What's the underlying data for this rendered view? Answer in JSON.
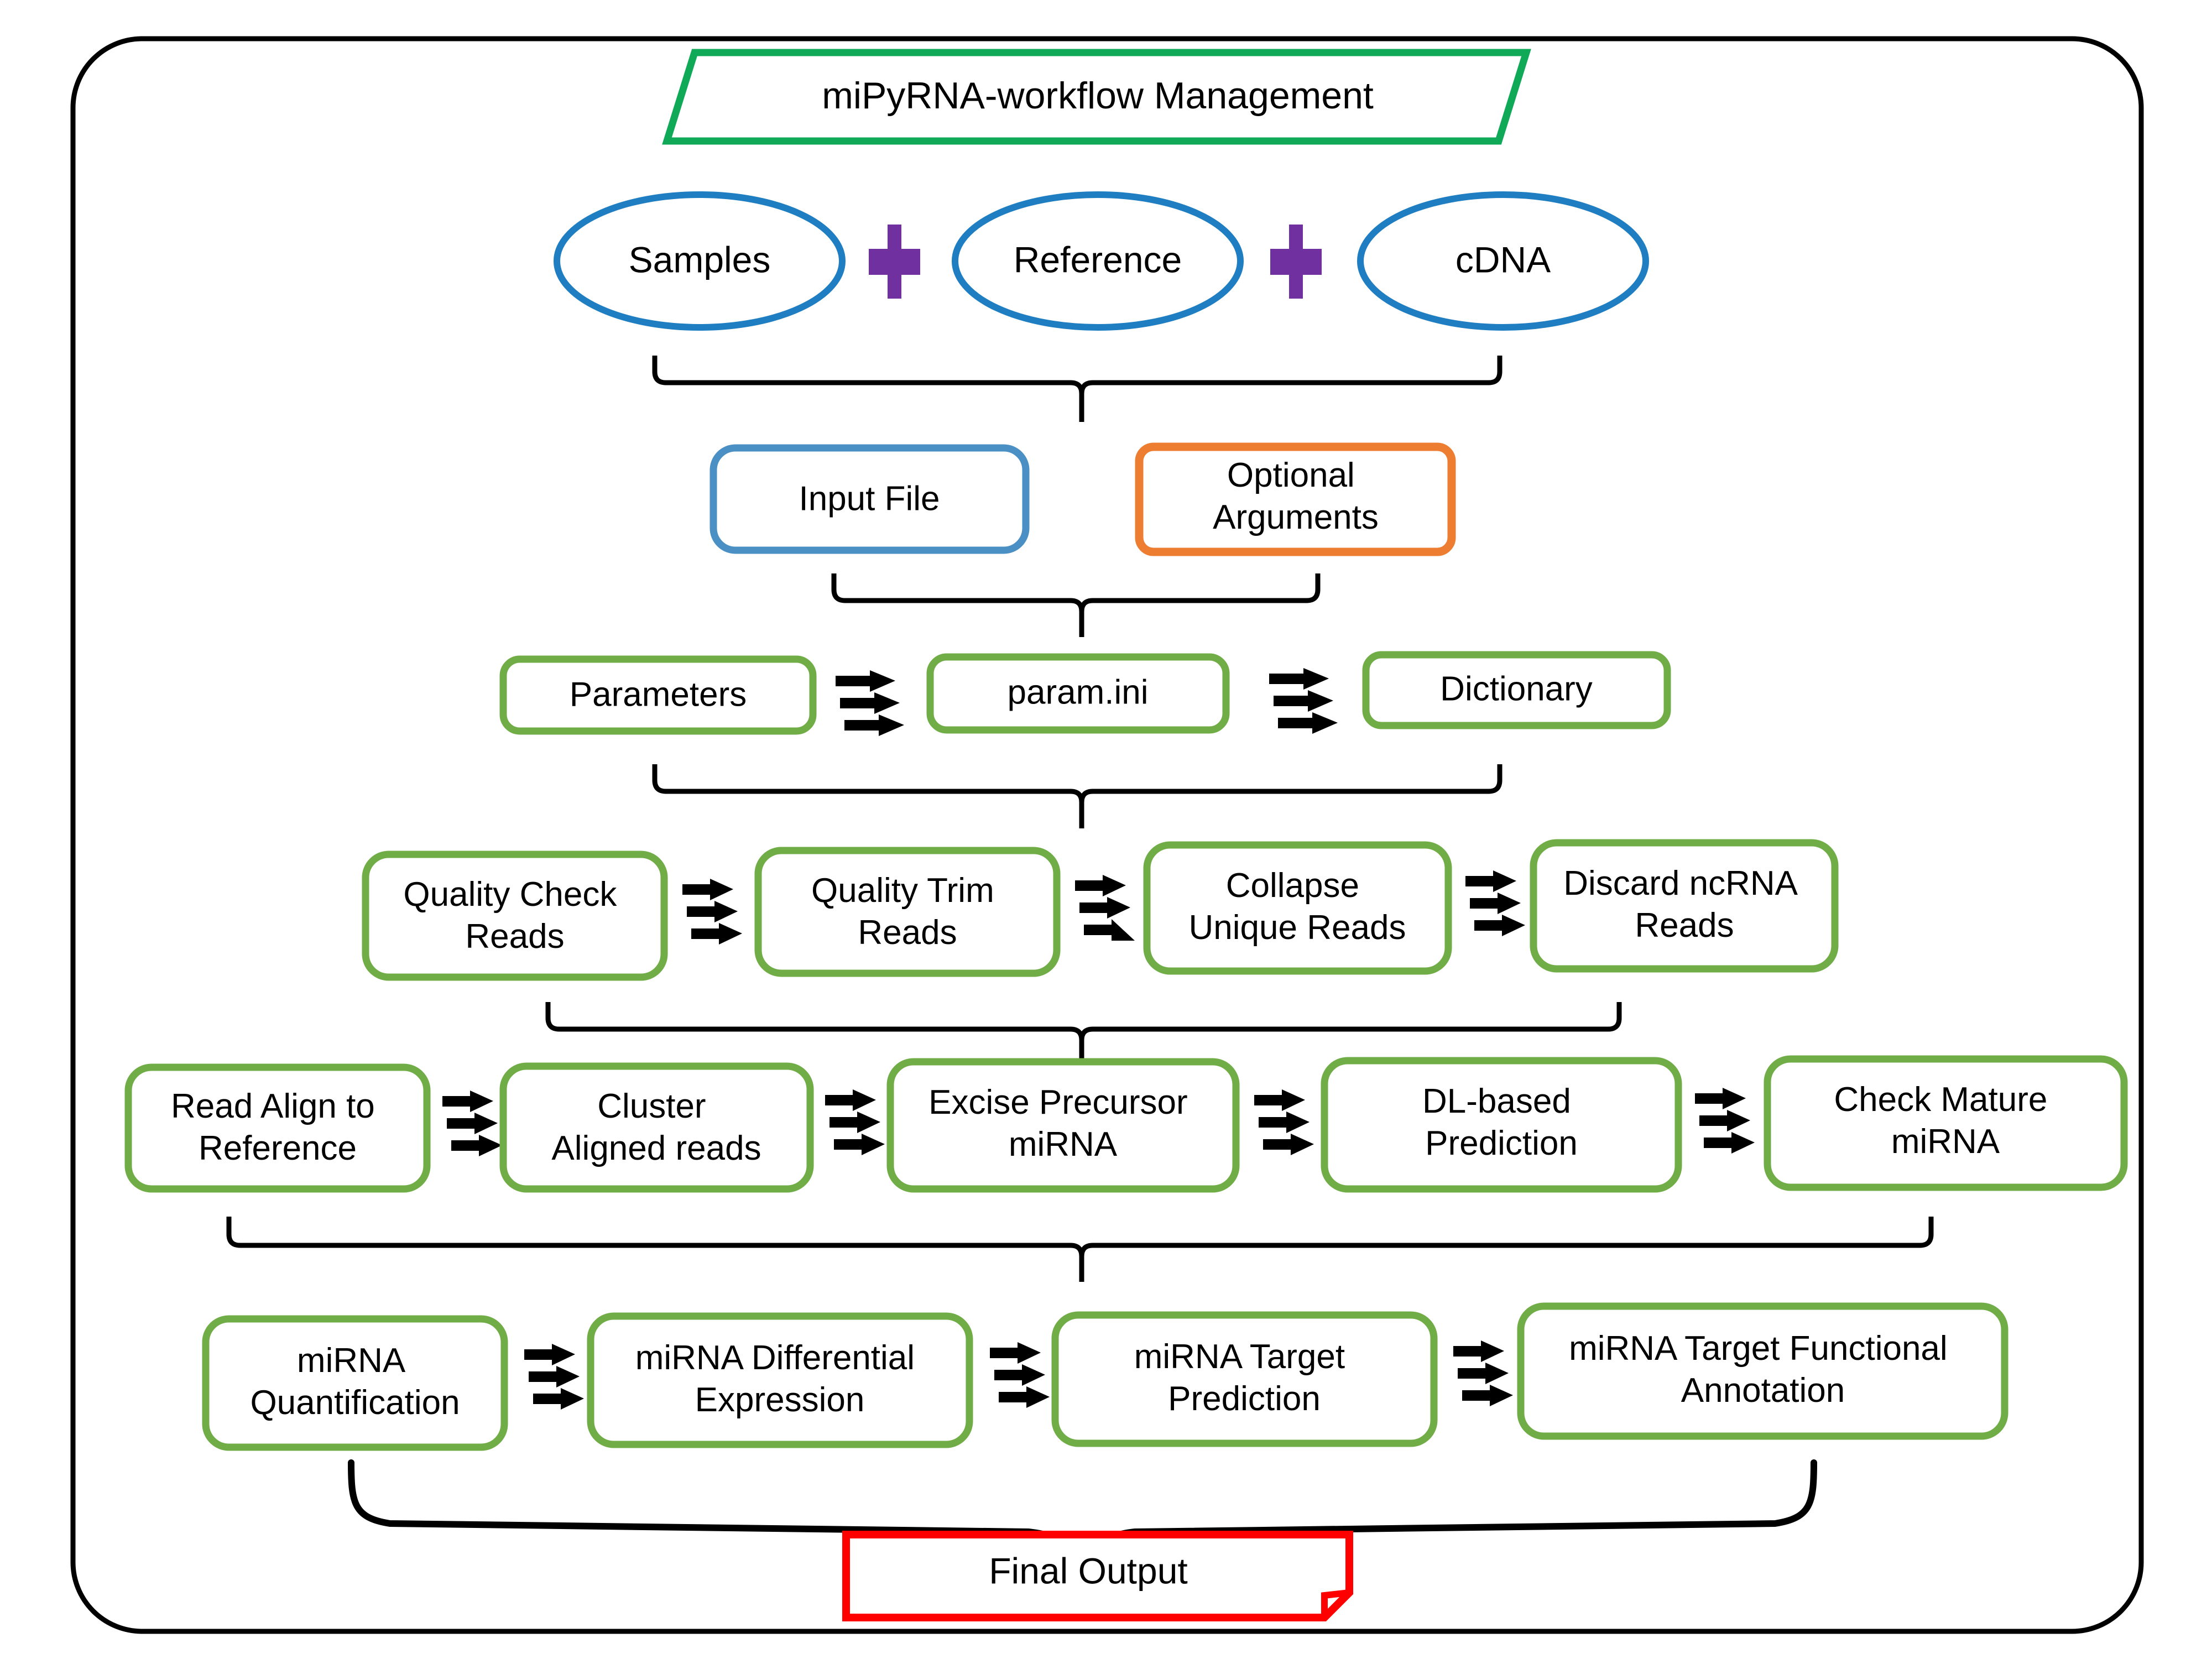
{
  "diagram": {
    "title": "miPyRNA-workflow Management",
    "colors": {
      "frame": "#000000",
      "title_border": "#0FA958",
      "ellipse_border": "#1F7EC2",
      "plus": "#7030A0",
      "input_file_border": "#4A90C4",
      "optional_args_border": "#ED7D31",
      "step_border": "#70AD47",
      "final_border": "#FF0000",
      "connector": "#000000",
      "background": "#FFFFFF"
    },
    "rows": {
      "inputs": {
        "items": [
          {
            "label": "Samples"
          },
          {
            "label": "Reference"
          },
          {
            "label": "cDNA"
          }
        ],
        "separators": [
          "plus-sign",
          "plus-sign"
        ]
      },
      "io": {
        "items": [
          {
            "label": "Input File",
            "kind": "input-file"
          },
          {
            "label": "Optional\nArguments",
            "kind": "optional-arguments"
          }
        ]
      },
      "params": {
        "items": [
          {
            "label": "Parameters"
          },
          {
            "label": "param.ini"
          },
          {
            "label": "Dictionary"
          }
        ],
        "connectors": [
          "triple-arrow-icon",
          "triple-arrow-icon"
        ]
      },
      "preprocess": {
        "items": [
          {
            "label": "Quality Check\nReads"
          },
          {
            "label": "Quality Trim\nReads"
          },
          {
            "label": "Collapse\nUnique Reads"
          },
          {
            "label": "Discard ncRNA\nReads"
          }
        ],
        "connectors": [
          "triple-arrow-icon",
          "triple-arrow-icon",
          "triple-arrow-icon"
        ]
      },
      "discovery": {
        "items": [
          {
            "label": "Read Align to\nReference"
          },
          {
            "label": "Cluster\nAligned reads"
          },
          {
            "label": "Excise Precursor\nmiRNA"
          },
          {
            "label": "DL-based\nPrediction"
          },
          {
            "label": "Check Mature\nmiRNA"
          }
        ],
        "connectors": [
          "triple-arrow-icon",
          "triple-arrow-icon",
          "triple-arrow-icon",
          "triple-arrow-icon"
        ]
      },
      "downstream": {
        "items": [
          {
            "label": "miRNA\nQuantification"
          },
          {
            "label": "miRNA Differential\nExpression"
          },
          {
            "label": "miRNA Target\nPrediction"
          },
          {
            "label": "miRNA Target Functional\nAnnotation"
          }
        ],
        "connectors": [
          "triple-arrow-icon",
          "triple-arrow-icon",
          "triple-arrow-icon"
        ]
      },
      "output": {
        "label": "Final Output"
      }
    }
  }
}
